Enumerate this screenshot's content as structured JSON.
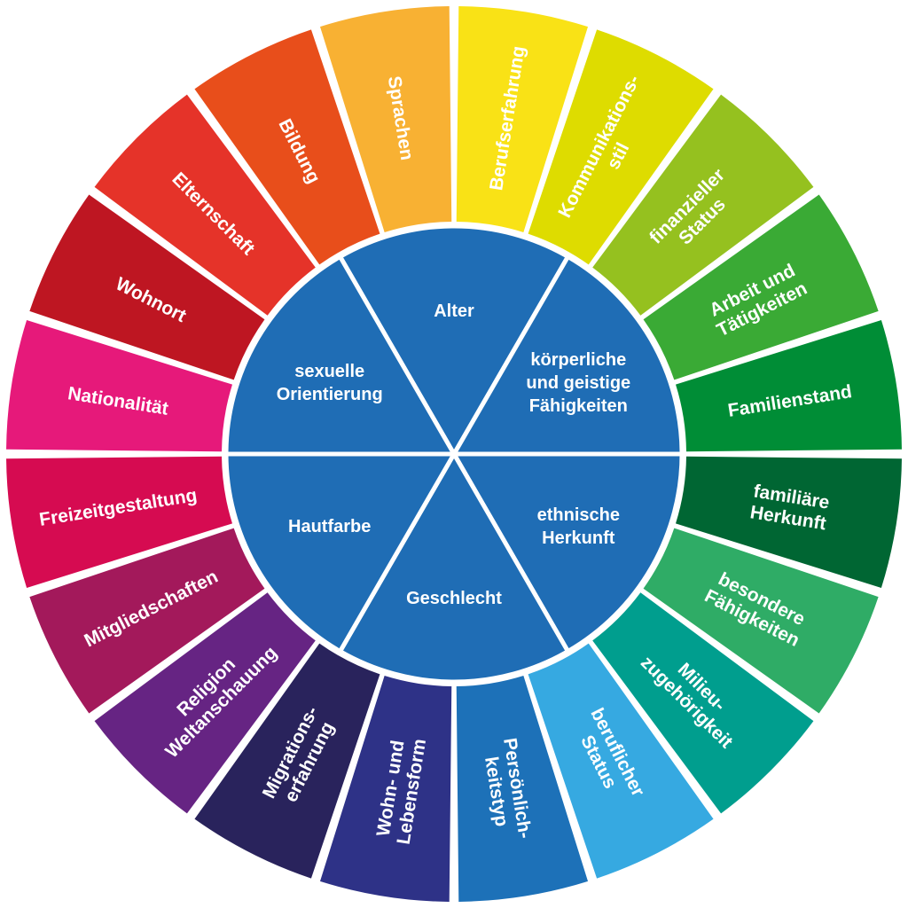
{
  "inner_segments": [
    {
      "lines": [
        "Alter"
      ],
      "color": "#1f6db5"
    },
    {
      "lines": [
        "körperliche",
        "und geistige",
        "Fähigkeiten"
      ],
      "color": "#1f6db5"
    },
    {
      "lines": [
        "ethnische",
        "Herkunft"
      ],
      "color": "#1f6db5"
    },
    {
      "lines": [
        "Geschlecht"
      ],
      "color": "#1f6db5"
    },
    {
      "lines": [
        "Hautfarbe"
      ],
      "color": "#1f6db5"
    },
    {
      "lines": [
        "sexuelle",
        "Orientierung"
      ],
      "color": "#1f6db5"
    }
  ],
  "outer_segments": [
    {
      "lines": [
        "Berufserfahrung"
      ],
      "color": "#f9e216"
    },
    {
      "lines": [
        "Kommunikations-",
        "stil"
      ],
      "color": "#dedc00"
    },
    {
      "lines": [
        "finanzieller",
        "Status"
      ],
      "color": "#95c11f"
    },
    {
      "lines": [
        "Arbeit und",
        "Tätigkeiten"
      ],
      "color": "#3aaa35"
    },
    {
      "lines": [
        "Familienstand"
      ],
      "color": "#008d36"
    },
    {
      "lines": [
        "familiäre",
        "Herkunft"
      ],
      "color": "#006633"
    },
    {
      "lines": [
        "besondere",
        "Fähigkeiten"
      ],
      "color": "#2fac66"
    },
    {
      "lines": [
        "Milieu-",
        "zugehörigkeit"
      ],
      "color": "#009e8e"
    },
    {
      "lines": [
        "beruflicher",
        "Status"
      ],
      "color": "#36a9e1"
    },
    {
      "lines": [
        "Persönlich-",
        "keitstyp"
      ],
      "color": "#1d71b8"
    },
    {
      "lines": [
        "Wohn- und",
        "Lebensform"
      ],
      "color": "#2e3287"
    },
    {
      "lines": [
        "Migrations-",
        "erfahrung"
      ],
      "color": "#29235c"
    },
    {
      "lines": [
        "Religion",
        "Weltanschauung"
      ],
      "color": "#662483"
    },
    {
      "lines": [
        "Mitgliedschaften"
      ],
      "color": "#a3195b"
    },
    {
      "lines": [
        "Freizeitgestaltung"
      ],
      "color": "#d60b51"
    },
    {
      "lines": [
        "Nationalität"
      ],
      "color": "#e6197a"
    },
    {
      "lines": [
        "Wohnort"
      ],
      "color": "#be1622"
    },
    {
      "lines": [
        "Elternschaft"
      ],
      "color": "#e53329"
    },
    {
      "lines": [
        "Bildung"
      ],
      "color": "#e84e1b"
    },
    {
      "lines": [
        "Sprachen"
      ],
      "color": "#f8b133"
    }
  ]
}
